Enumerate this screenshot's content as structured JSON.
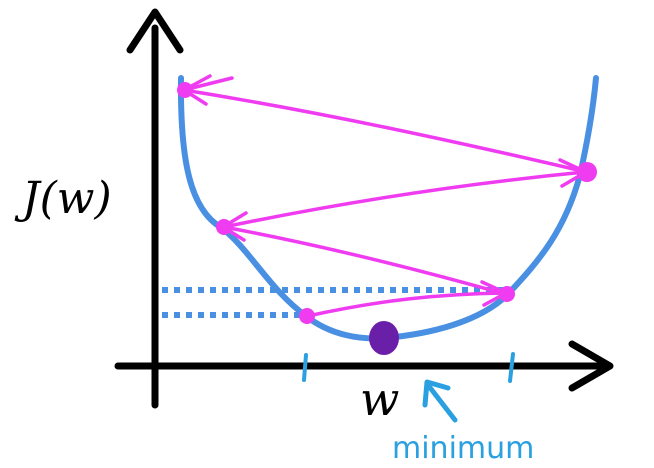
{
  "labels": {
    "y_axis": "J(w)",
    "x_axis": "w",
    "annotation": "minimum"
  },
  "colors": {
    "axes": "#000000",
    "curve": "#4a90e2",
    "arrows": "#f03cf0",
    "points": "#f03cf0",
    "minimum_point": "#6a1fa8",
    "dotted_guides": "#4a90e2",
    "annotation_text": "#2aa0e0",
    "ticks": "#2aa0e0"
  }
}
